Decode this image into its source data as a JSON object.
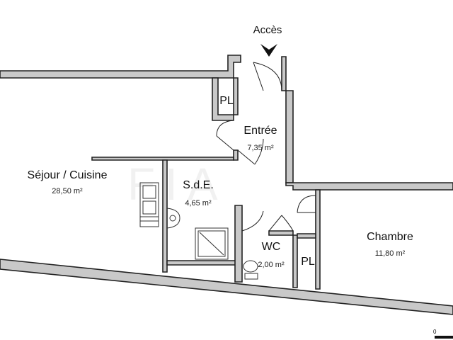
{
  "access": {
    "label": "Accès"
  },
  "rooms": {
    "sejour": {
      "name": "Séjour / Cuisine",
      "area": "28,50 m²"
    },
    "entree": {
      "name": "Entrée",
      "area": "7,35 m²"
    },
    "sde": {
      "name": "S.d.E.",
      "area": "4,65 m²"
    },
    "wc": {
      "name": "WC",
      "area": "2,00 m²"
    },
    "chambre": {
      "name": "Chambre",
      "area": "11,80 m²"
    },
    "pl_top": {
      "name": "PL"
    },
    "pl_bottom": {
      "name": "PL"
    }
  },
  "scale": {
    "label": "0"
  },
  "colors": {
    "wall_fill": "#c9c9c9",
    "wall_stroke": "#222222"
  }
}
